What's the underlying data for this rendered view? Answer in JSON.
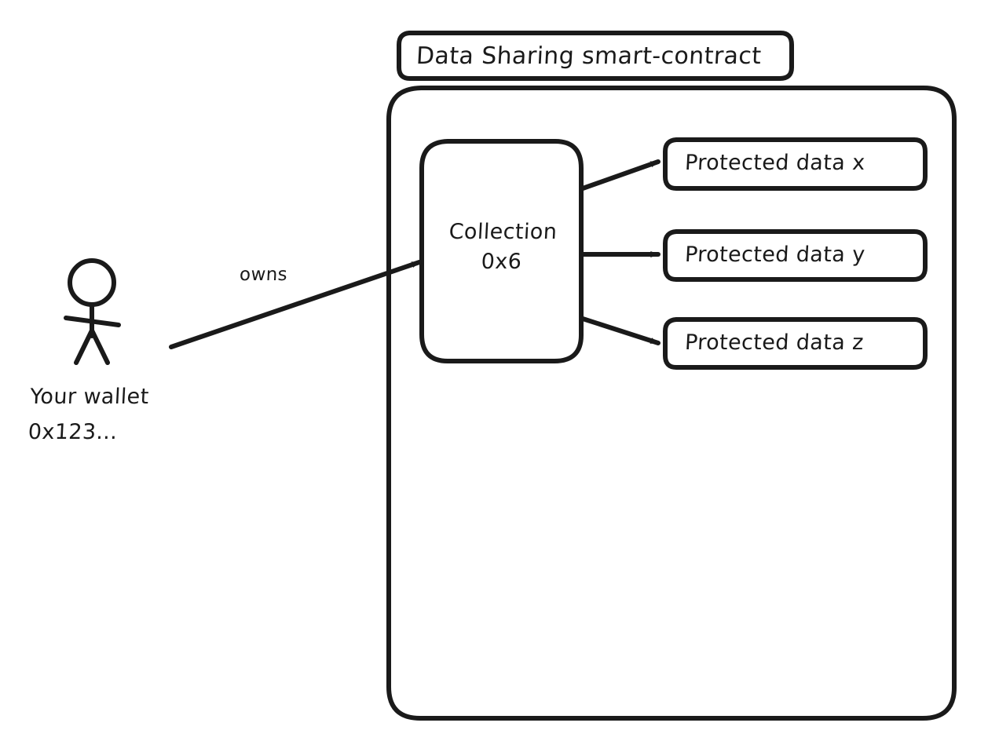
{
  "diagram": {
    "type": "flow-diagram",
    "style": "hand-drawn",
    "stroke_color": "#1a1a1a",
    "background_color": "#ffffff",
    "contract": {
      "title": "Data Sharing smart-contract",
      "title_box_name": "smart-contract-title-box",
      "container_name": "smart-contract-container"
    },
    "collection": {
      "line1": "Collection",
      "line2": "0x6"
    },
    "protected_data": [
      {
        "label": "Protected data x"
      },
      {
        "label": "Protected data y"
      },
      {
        "label": "Protected data z"
      }
    ],
    "actor": {
      "icon": "stick-figure-person-icon",
      "line1": "Your wallet",
      "line2": "0x123..."
    },
    "edges": [
      {
        "from": "wallet",
        "to": "collection",
        "label": "owns"
      },
      {
        "from": "collection",
        "to": "protected-data-x",
        "label": ""
      },
      {
        "from": "collection",
        "to": "protected-data-y",
        "label": ""
      },
      {
        "from": "collection",
        "to": "protected-data-z",
        "label": ""
      }
    ]
  }
}
